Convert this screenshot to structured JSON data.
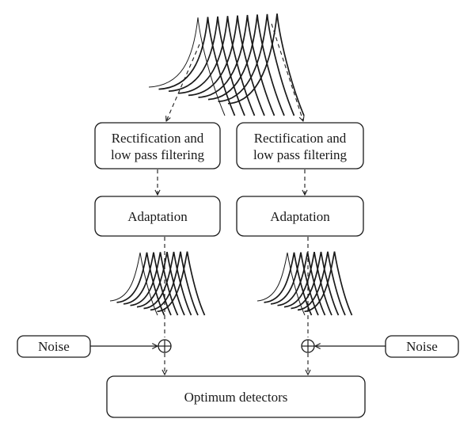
{
  "diagram": {
    "left_branch": {
      "processing_label_line1": "Rectification and",
      "processing_label_line2": "low pass filtering",
      "adaptation_label": "Adaptation",
      "noise_label": "Noise"
    },
    "right_branch": {
      "processing_label_line1": "Rectification and",
      "processing_label_line2": "low pass filtering",
      "adaptation_label": "Adaptation",
      "noise_label": "Noise"
    },
    "output_label": "Optimum detectors"
  }
}
